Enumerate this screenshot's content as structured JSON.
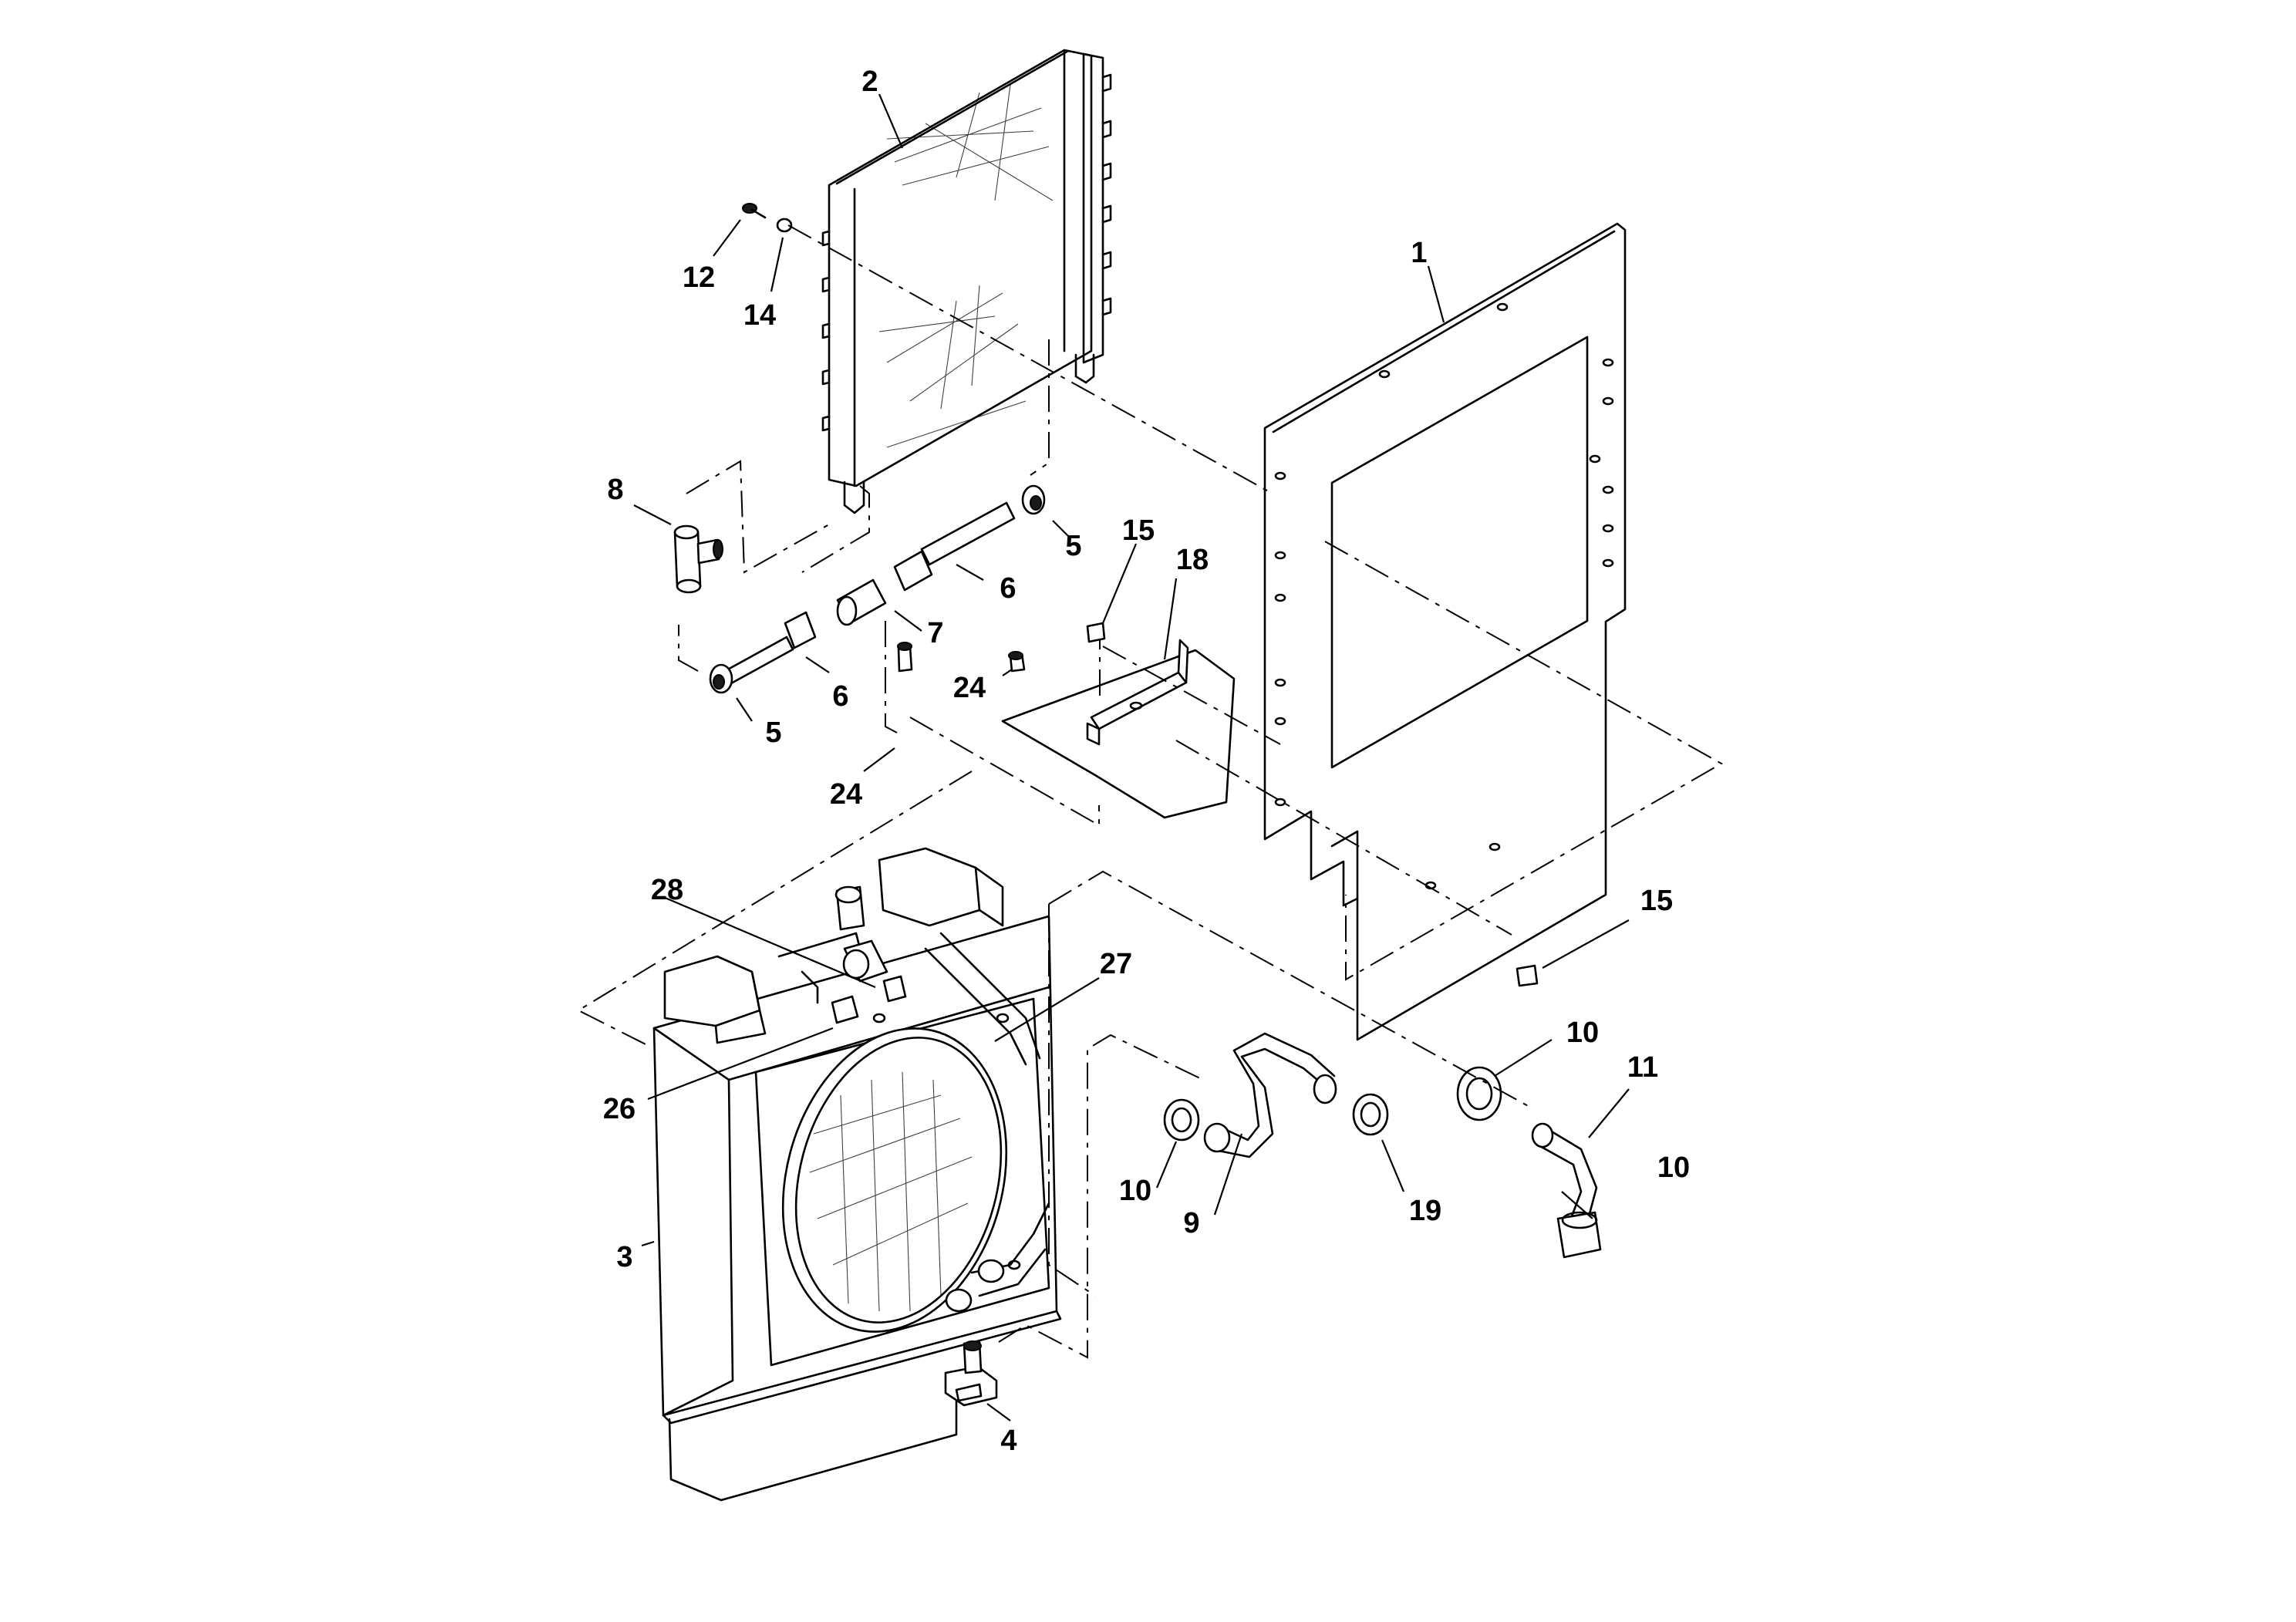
{
  "callouts": [
    {
      "id": "c1",
      "label": "1"
    },
    {
      "id": "c2",
      "label": "2"
    },
    {
      "id": "c3",
      "label": "3"
    },
    {
      "id": "c4",
      "label": "4"
    },
    {
      "id": "c5a",
      "label": "5"
    },
    {
      "id": "c5b",
      "label": "5"
    },
    {
      "id": "c6a",
      "label": "6"
    },
    {
      "id": "c6b",
      "label": "6"
    },
    {
      "id": "c7",
      "label": "7"
    },
    {
      "id": "c8",
      "label": "8"
    },
    {
      "id": "c9",
      "label": "9"
    },
    {
      "id": "c10a",
      "label": "10"
    },
    {
      "id": "c10b",
      "label": "10"
    },
    {
      "id": "c10c",
      "label": "10"
    },
    {
      "id": "c11",
      "label": "11"
    },
    {
      "id": "c12",
      "label": "12"
    },
    {
      "id": "c14",
      "label": "14"
    },
    {
      "id": "c15a",
      "label": "15"
    },
    {
      "id": "c15b",
      "label": "15"
    },
    {
      "id": "c18",
      "label": "18"
    },
    {
      "id": "c19",
      "label": "19"
    },
    {
      "id": "c24a",
      "label": "24"
    },
    {
      "id": "c24b",
      "label": "24"
    },
    {
      "id": "c26",
      "label": "26"
    },
    {
      "id": "c27",
      "label": "27"
    },
    {
      "id": "c28",
      "label": "28"
    }
  ]
}
